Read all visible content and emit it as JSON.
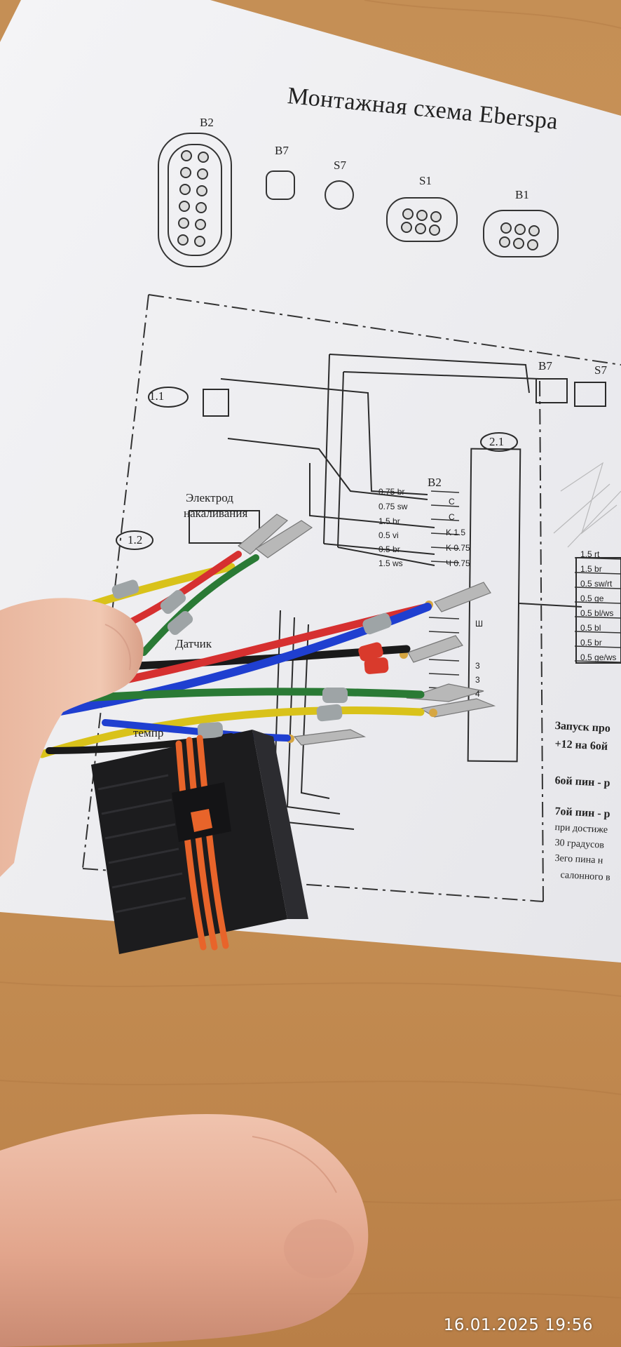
{
  "diagram": {
    "title": "Монтажная схема Eberspa",
    "connectors": [
      "B2",
      "B7",
      "S7",
      "S1",
      "B1"
    ],
    "blocks": [
      "1.1",
      "1.2",
      "2.1"
    ],
    "labels": {
      "electrode": [
        "Электрод",
        "накаливания"
      ],
      "sensor": "Датчик",
      "temp": "темпр",
      "b2": "B2",
      "b7": "B7",
      "s7": "S7"
    },
    "pin_labels": [
      "C",
      "C",
      "K 1.5",
      "K 0.75",
      "Ч 0.75",
      "Ш",
      "3",
      "3",
      "4"
    ],
    "wire_labels": [
      "0.75 br",
      "0.75 sw",
      "1.5 br",
      "0.5 vi",
      "0.5 br",
      "1.5 ws"
    ],
    "right_labels": [
      "1.5 rt",
      "1.5 br",
      "0.5 sw/rt",
      "0.5 ge",
      "0.5 bl/ws",
      "0.5 bl",
      "0.5 br",
      "0.5 ge/ws"
    ],
    "notes": [
      "Запуск про",
      "+12 на 6ой",
      "6ой пин - р",
      "7ой пин - р",
      "при достиже",
      "30 градусов",
      "3его пина н",
      "салонного в"
    ]
  },
  "photo": {
    "wire_colors": [
      "#d9c21a",
      "#d63030",
      "#2a7a35",
      "#1f3fd0",
      "#1a1a1a"
    ],
    "connector_color": "#1c1c1e",
    "latch_color": "#e8642a",
    "table_color": "#c8935a"
  },
  "timestamp": "16.01.2025 19:56"
}
